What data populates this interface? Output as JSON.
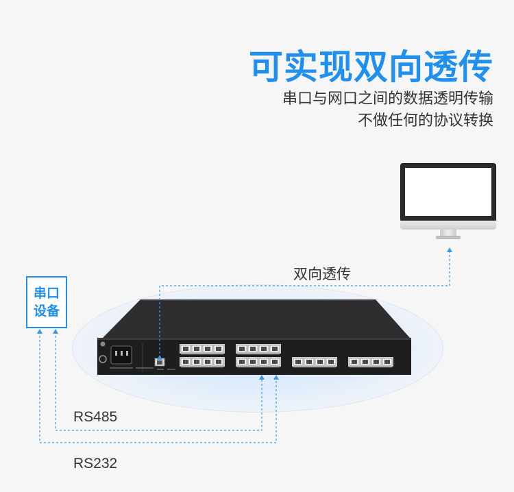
{
  "header": {
    "title": "可实现双向透传",
    "subtitle_line1": "串口与网口之间的数据透明传输",
    "subtitle_line2": "不做任何的协议转换"
  },
  "serial_device": {
    "line1": "串口",
    "line2": "设备"
  },
  "connections": {
    "bidirectional_label": "双向透传",
    "rs485_label": "RS485",
    "rs232_label": "RS232"
  },
  "colors": {
    "accent": "#1f8ff0",
    "line": "#3a9ae8",
    "device_body": "#1e1e1f"
  }
}
